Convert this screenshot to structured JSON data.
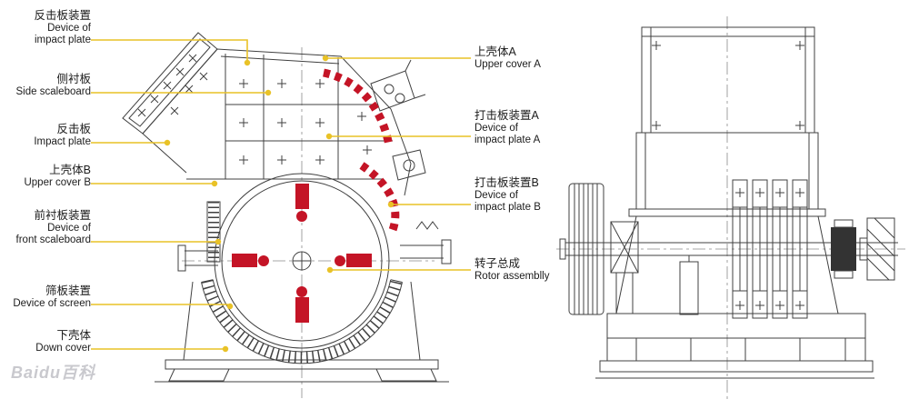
{
  "colors": {
    "leader": "#e9c227",
    "highlight": "#c41426",
    "line": "#404040",
    "centerline": "#8a8a8a",
    "watermark": "#c9c9ce"
  },
  "watermark": "Baidu百科",
  "left_labels": [
    {
      "id": "impact-plate-device",
      "zh": "反击板装置",
      "en": "Device of\nimpact plate"
    },
    {
      "id": "side-scaleboard",
      "zh": "侧衬板",
      "en": "Side scaleboard"
    },
    {
      "id": "impact-plate",
      "zh": "反击板",
      "en": "Impact plate"
    },
    {
      "id": "upper-cover-b",
      "zh": "上壳体B",
      "en": "Upper cover B"
    },
    {
      "id": "front-scaleboard-device",
      "zh": "前衬板装置",
      "en": "Device of\nfront scaleboard"
    },
    {
      "id": "screen-device",
      "zh": "筛板装置",
      "en": "Device of screen"
    },
    {
      "id": "down-cover",
      "zh": "下壳体",
      "en": "Down cover"
    }
  ],
  "right_labels": [
    {
      "id": "upper-cover-a",
      "zh": "上壳体A",
      "en": "Upper cover A"
    },
    {
      "id": "impact-plate-a-device",
      "zh": "打击板装置A",
      "en": "Device of\nimpact plate A"
    },
    {
      "id": "impact-plate-b-device",
      "zh": "打击板装置B",
      "en": "Device of\nimpact plate B"
    },
    {
      "id": "rotor-assembly",
      "zh": "转子总成",
      "en": "Rotor assemblly"
    }
  ]
}
